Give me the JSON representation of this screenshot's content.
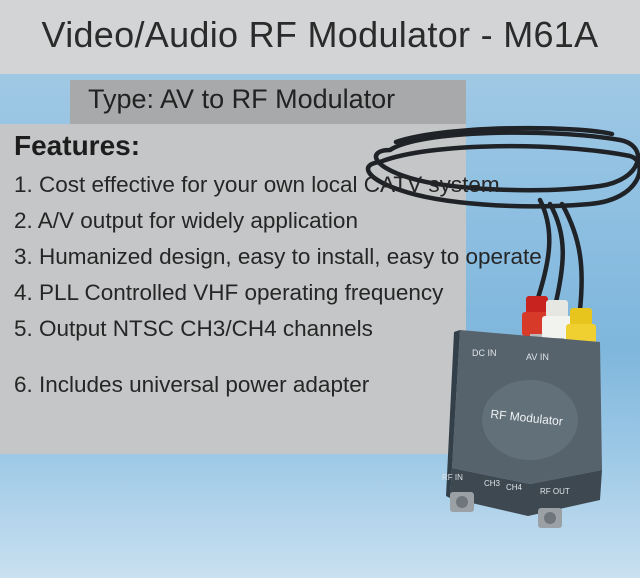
{
  "title": "Video/Audio RF Modulator - M61A",
  "type_line": "Type: AV to RF Modulator",
  "features_heading": "Features:",
  "features": [
    "1. Cost effective for your own local CATV system",
    "2. A/V output for widely application",
    "3. Humanized design, easy to install, easy to operate",
    "4. PLL Controlled VHF operating frequency",
    "5. Output NTSC CH3/CH4 channels",
    "6. Includes universal power adapter"
  ],
  "device": {
    "label": "RF Modulator",
    "port_dc_in": "DC IN",
    "port_av_in": "AV IN",
    "port_rf_in": "RF IN",
    "port_rf_out": "RF OUT",
    "switch_ch3": "CH3",
    "switch_ch4": "CH4"
  },
  "colors": {
    "header_band": "#d3d4d5",
    "type_box": "#a8a9aa",
    "panel": "#c5c6c7",
    "background_blue": "#8fc0e2",
    "cable_red": "#c8231e",
    "cable_white": "#e6e6e2",
    "cable_yellow": "#e7c51c",
    "device_body": "#4a5964"
  }
}
